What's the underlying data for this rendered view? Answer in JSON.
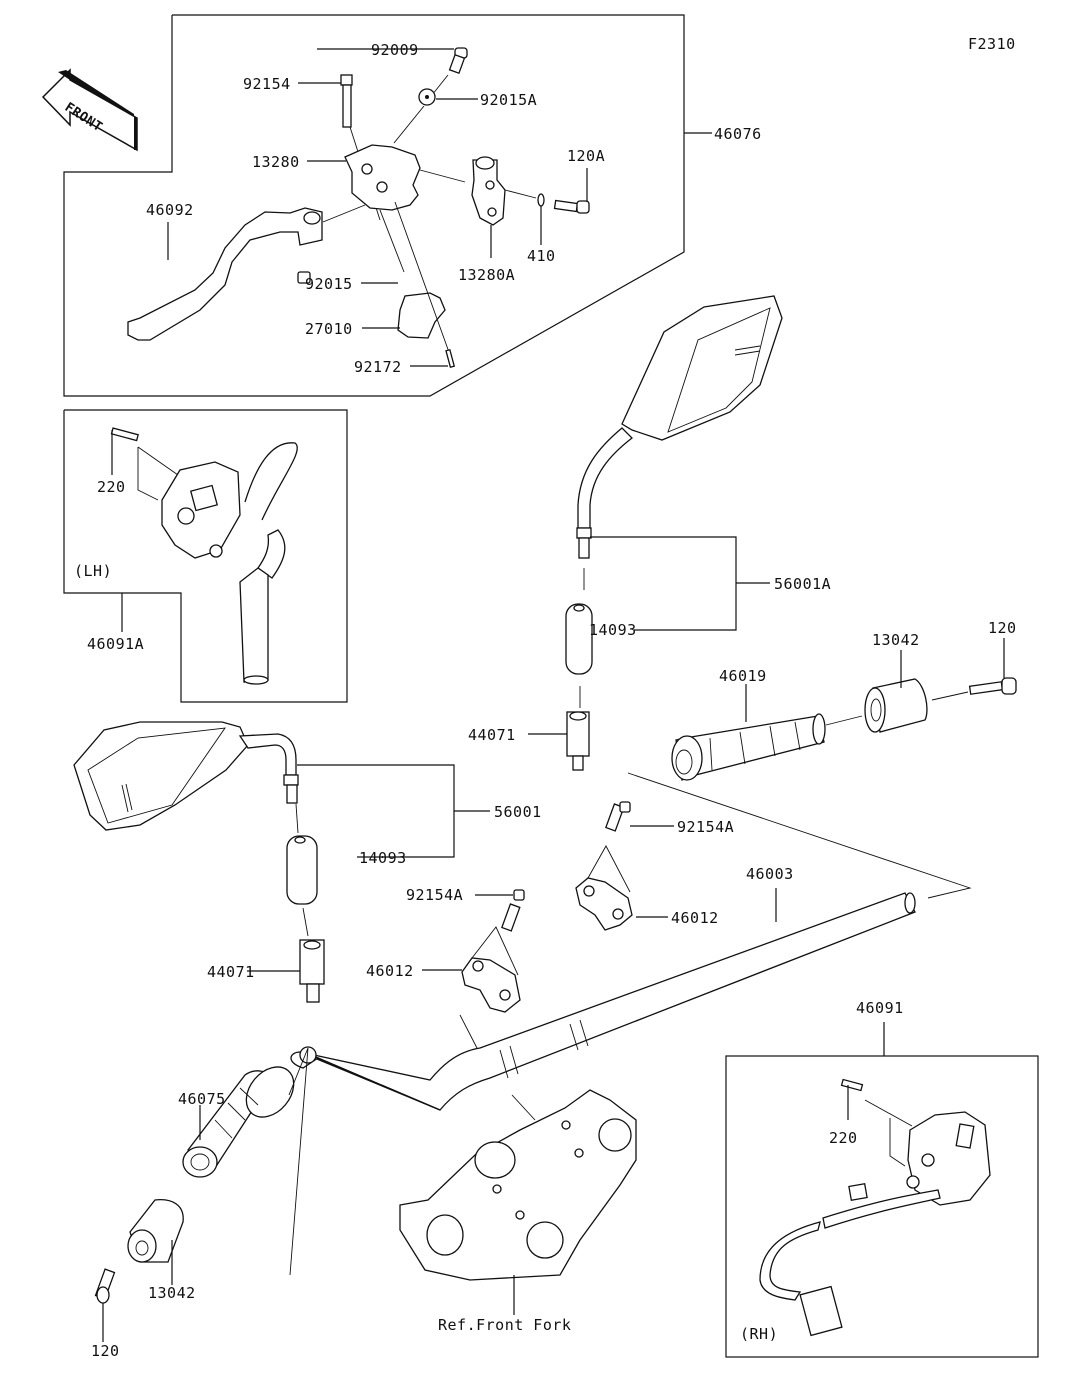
{
  "diagram": {
    "figure_code": "F2310",
    "front_arrow": "FRONT",
    "labels": {
      "p92009": "92009",
      "p92154": "92154",
      "p92015A": "92015A",
      "p46076": "46076",
      "p13280": "13280",
      "p120A": "120A",
      "p46092": "46092",
      "p410": "410",
      "p13280A": "13280A",
      "p92015": "92015",
      "p27010": "27010",
      "p92172": "92172",
      "p220_lh": "220",
      "lh": "(LH)",
      "p46091A": "46091A",
      "p56001A": "56001A",
      "p14093_r": "14093",
      "p13042_r": "13042",
      "p120_r": "120",
      "p46019": "46019",
      "p44071_r": "44071",
      "p56001": "56001",
      "p14093_l": "14093",
      "p92154A_r": "92154A",
      "p46003": "46003",
      "p92154A_l": "92154A",
      "p46012_r": "46012",
      "p46012_l": "46012",
      "p44071_l": "44071",
      "p46091": "46091",
      "p46075": "46075",
      "p220_rh": "220",
      "p13042_l": "13042",
      "p120_l": "120",
      "ref_front_fork": "Ref.Front Fork",
      "rh": "(RH)"
    }
  }
}
